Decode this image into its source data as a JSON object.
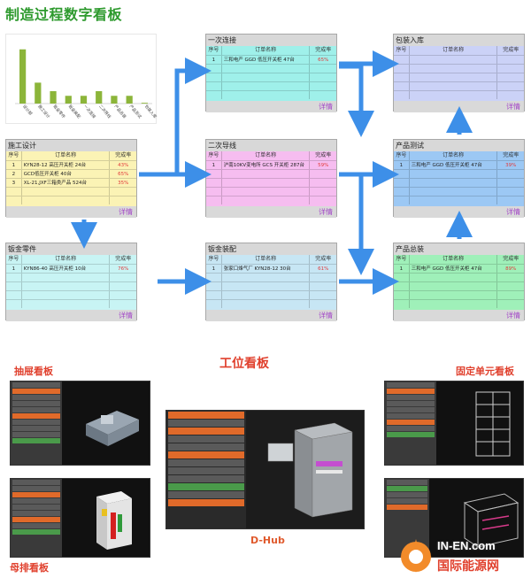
{
  "header": {
    "title": "制造过程数字看板"
  },
  "chart_data": {
    "type": "bar",
    "categories": [
      "设计部",
      "施工设计",
      "钣金零件",
      "钣金装配",
      "一次连接",
      "二次导线",
      "产品总装",
      "产品测试",
      "包装入库"
    ],
    "values": [
      7,
      2.7,
      1.6,
      1,
      1,
      1.6,
      1,
      1,
      0.1
    ],
    "ylim": [
      0,
      8
    ],
    "color": "#8cb53a"
  },
  "table_head": {
    "col1": "序号",
    "col2": "订单名称",
    "col3": "完成率"
  },
  "detail_label": "详情",
  "boards": {
    "shigong": {
      "title": "施工设计",
      "bg": "#fbf3b5",
      "rows": [
        {
          "n": "1",
          "name": "KYN28-12 高压开关柜  24台",
          "rate": "43%"
        },
        {
          "n": "2",
          "name": "GCD低压开关柜  40台",
          "rate": "65%"
        },
        {
          "n": "3",
          "name": "XL-21,JXF三箱类产品  524台",
          "rate": "35%"
        }
      ]
    },
    "banjin": {
      "title": "钣金零件",
      "bg": "#c8f4f4",
      "rows": [
        {
          "n": "1",
          "name": "KYN86-40 高压开关柜  10台",
          "rate": "76%"
        }
      ]
    },
    "yici": {
      "title": "一次连接",
      "bg": "#9ff0ea",
      "rows": [
        {
          "n": "1",
          "name": "三和电产 GGD 低压开关柜  47台",
          "rate": "65%"
        }
      ]
    },
    "erci": {
      "title": "二次导线",
      "bg": "#f6bdf0",
      "rows": [
        {
          "n": "1",
          "name": "沪南10KV变电所 GCS 开关柜 287台",
          "rate": "59%"
        }
      ]
    },
    "banjinzp": {
      "title": "钣金装配",
      "bg": "#c7e6f4",
      "rows": [
        {
          "n": "1",
          "name": "张家口烽气厂  KYN28-12  30台",
          "rate": "61%"
        }
      ]
    },
    "baozhuang": {
      "title": "包装入库",
      "bg": "#cbd2f7",
      "rows": []
    },
    "ceshi": {
      "title": "产品测试",
      "bg": "#9cc8f4",
      "rows": [
        {
          "n": "1",
          "name": "三和电产 GGD 低压开关柜  47台",
          "rate": "39%"
        }
      ]
    },
    "zongzhuang": {
      "title": "产品总装",
      "bg": "#9ff0b9",
      "rows": [
        {
          "n": "1",
          "name": "三和电产 GGD 低压开关柜  47台",
          "rate": "89%"
        }
      ]
    }
  },
  "section2": {
    "title": "工位看板",
    "label_chouti": "抽屉看板",
    "label_guding": "固定单元看板",
    "label_dhub": "D-Hub",
    "label_muxian": "母排看板"
  },
  "watermark": {
    "line1": "IN-EN.com",
    "line2": "国际能源网"
  },
  "arrow_color": "#3d8fe8"
}
